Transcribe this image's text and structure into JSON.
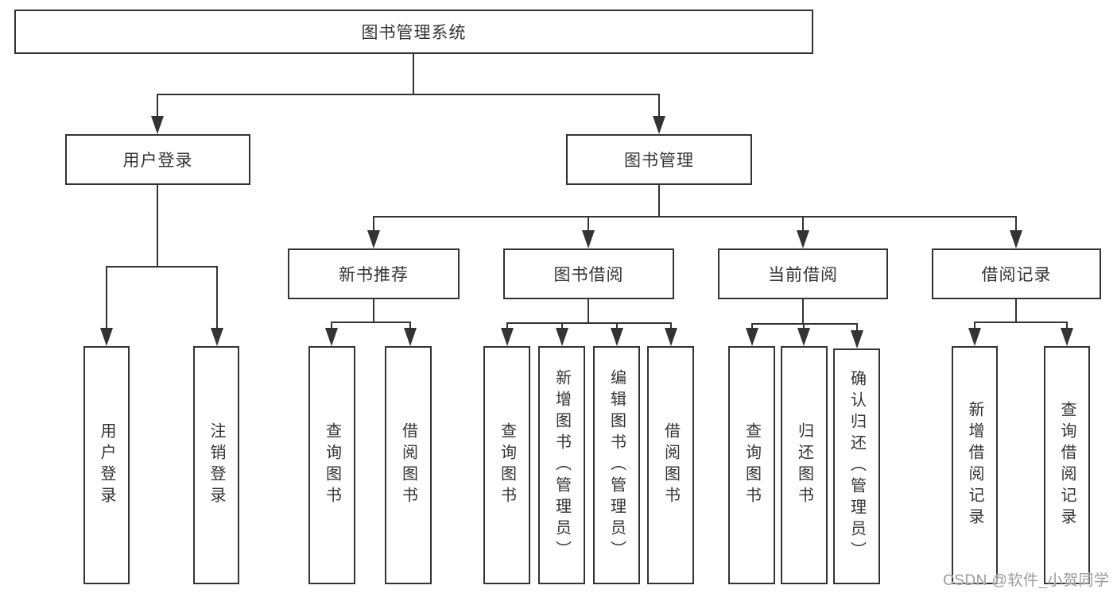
{
  "diagram": {
    "type": "hierarchy-tree",
    "colors": {
      "line": "#333333",
      "text": "#333333",
      "box_background": "#ffffff",
      "watermark_text": "#9b9b9b"
    },
    "root": {
      "label": "图书管理系统"
    },
    "level2": [
      {
        "label": "用户登录"
      },
      {
        "label": "图书管理"
      }
    ],
    "level3": [
      {
        "label": "新书推荐"
      },
      {
        "label": "图书借阅"
      },
      {
        "label": "当前借阅"
      },
      {
        "label": "借阅记录"
      }
    ],
    "leaves": {
      "user_login": [
        {
          "label": "用户登录"
        },
        {
          "label": "注销登录"
        }
      ],
      "new_book": [
        {
          "label": "查询图书"
        },
        {
          "label": "借阅图书"
        }
      ],
      "book_borrow": [
        {
          "label": "查询图书"
        },
        {
          "label": "新增图书（管理员）"
        },
        {
          "label": "编辑图书（管理员）"
        },
        {
          "label": "借阅图书"
        }
      ],
      "current_borrow": [
        {
          "label": "查询图书"
        },
        {
          "label": "归还图书"
        },
        {
          "label": "确认归还（管理员）"
        }
      ],
      "borrow_record": [
        {
          "label": "新增借阅记录"
        },
        {
          "label": "查询借阅记录"
        }
      ]
    },
    "watermark": {
      "text": "CSDN @软件_小贺同学"
    }
  }
}
